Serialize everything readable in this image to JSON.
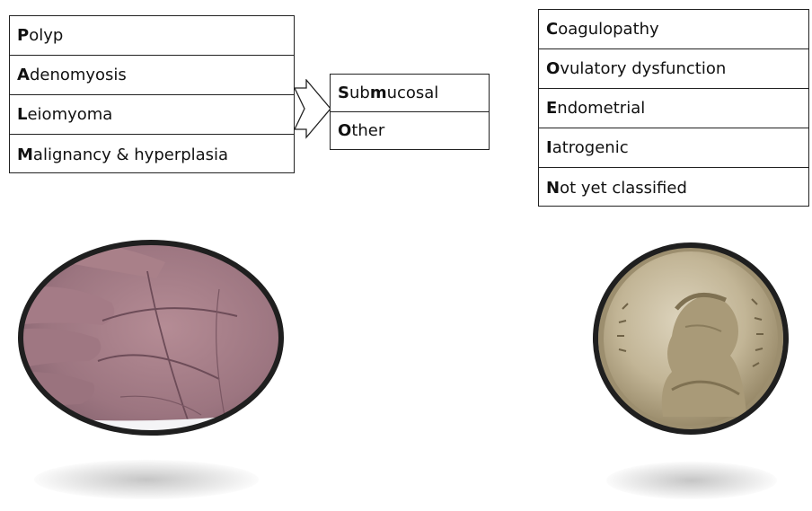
{
  "palm": {
    "items": [
      {
        "initial": "P",
        "rest": "olyp"
      },
      {
        "initial": "A",
        "rest": "denomyosis"
      },
      {
        "initial": "L",
        "rest": "eiomyoma"
      },
      {
        "initial": "M",
        "rest": "alignancy & hyperplasia"
      }
    ]
  },
  "leiomyoma_sub": {
    "items": [
      {
        "pre": "",
        "bold": "S",
        "mid": "ub",
        "bold2": "m",
        "rest": "ucosal"
      },
      {
        "pre": "",
        "bold": "O",
        "mid": "ther",
        "bold2": "",
        "rest": ""
      }
    ]
  },
  "coein": {
    "items": [
      {
        "initial": "C",
        "rest": "oagulopathy"
      },
      {
        "initial": "O",
        "rest": "vulatory dysfunction"
      },
      {
        "initial": "E",
        "rest": "ndometrial"
      },
      {
        "initial": "I",
        "rest": "atrogenic"
      },
      {
        "initial": "N",
        "rest": "ot yet classified"
      }
    ]
  },
  "images": {
    "left": "palm-photo",
    "right": "coin-photo"
  },
  "colors": {
    "border": "#222222",
    "palm_skin": "#a88088",
    "coin_metal": "#c9bfa6"
  }
}
